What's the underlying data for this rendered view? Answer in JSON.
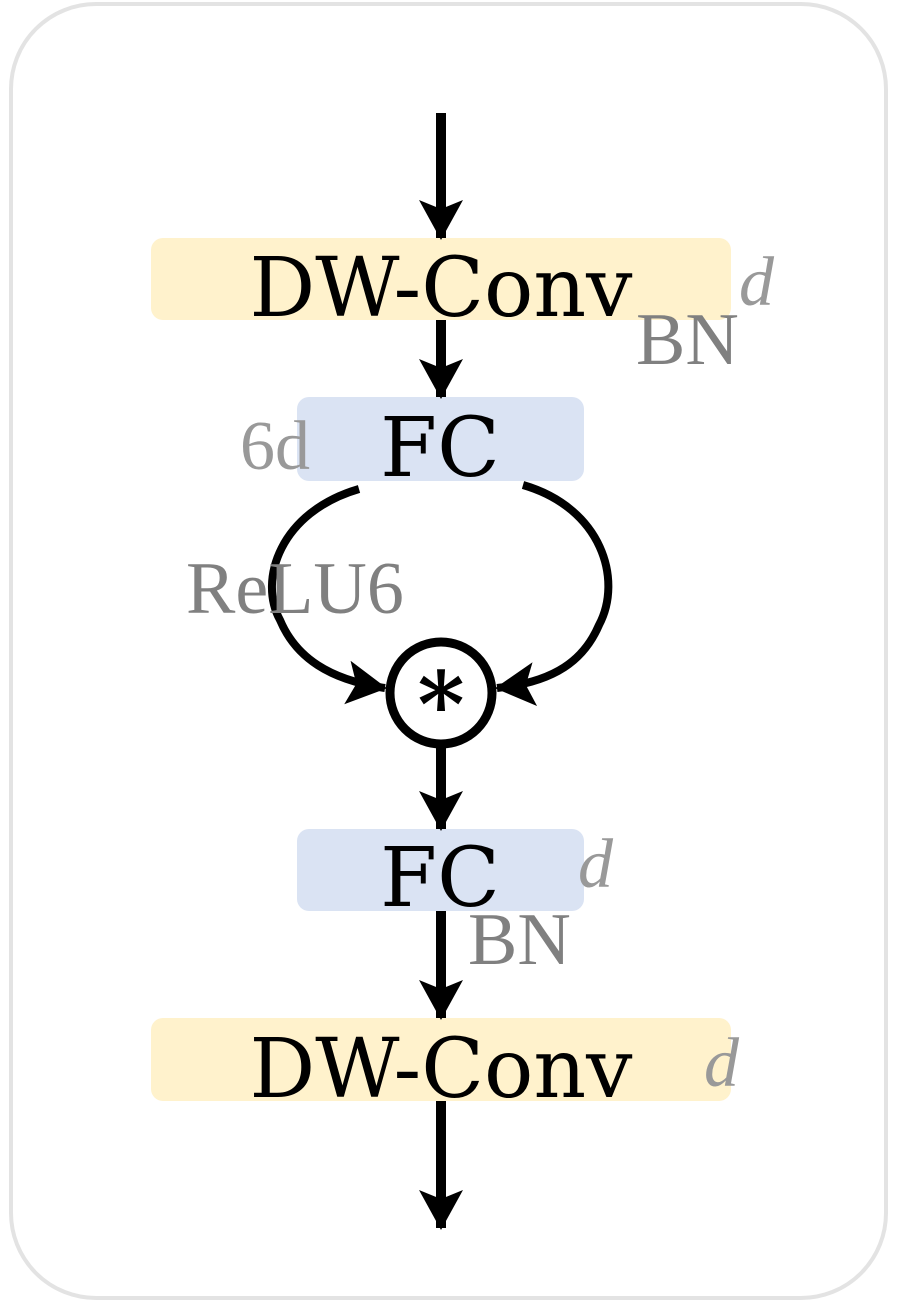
{
  "blocks": {
    "dwconv_top": {
      "label": "DW-Conv",
      "dim": "d",
      "norm": "BN"
    },
    "fc_top": {
      "label": "FC",
      "dim": "6d"
    },
    "activation": {
      "label": "ReLU6"
    },
    "multiply": {
      "icon": "asterisk-in-circle-icon",
      "symbol": "*"
    },
    "fc_bottom": {
      "label": "FC",
      "dim": "d",
      "norm": "BN"
    },
    "dwconv_bottom": {
      "label": "DW-Conv",
      "dim": "d"
    }
  },
  "colors": {
    "conv_fill": "#fff2cc",
    "fc_fill": "#dae3f3",
    "frame_stroke": "#e3e3e3",
    "arrow": "#000000",
    "dim_text": "#999999",
    "norm_text": "#808080",
    "activation_text": "#808080"
  }
}
